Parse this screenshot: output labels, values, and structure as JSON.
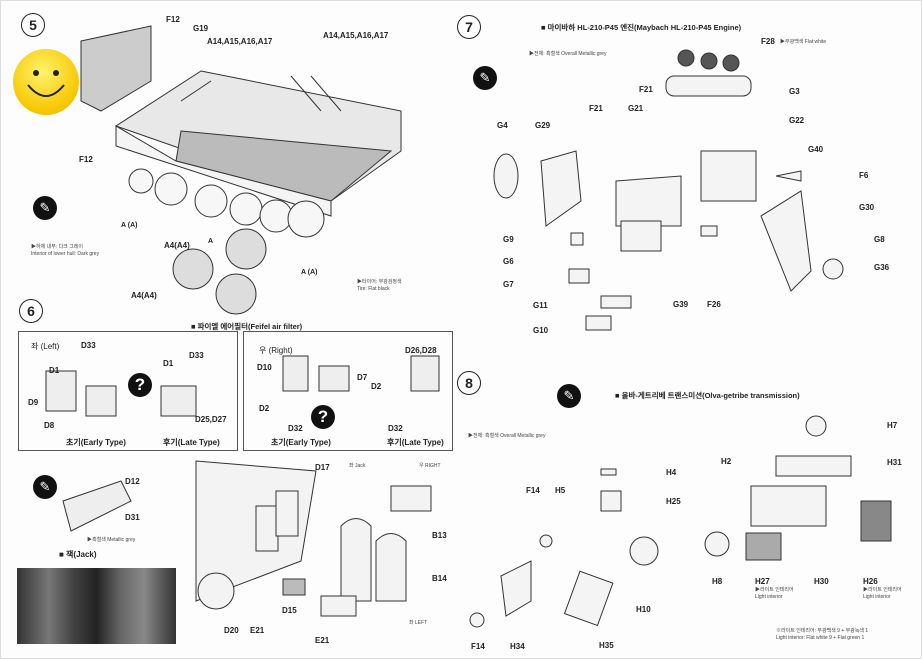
{
  "steps": {
    "s5": "5",
    "s6": "6",
    "s7": "7",
    "s8": "8"
  },
  "icons": {
    "paint": "paint-brush-icon",
    "question": "question-icon",
    "smiley": "smiley-face"
  },
  "step5": {
    "labels": [
      "F12",
      "G19",
      "A14,A15,A16,A17",
      "A14,A15,A16,A17",
      "F12",
      "A4(A4)",
      "A4(A4)"
    ],
    "badges": [
      "A (A)",
      "A",
      "A (A)"
    ],
    "note_hull_ko": "▶하체 내부: 다크 그레이",
    "note_hull_en": "Interior of lower hull: Dark grey",
    "note_tire_ko": "▶타이어: 무광검정색",
    "note_tire_en": "Tire: Flat black"
  },
  "step6": {
    "title": "■ 파이엘 에어필터(Feifel air filter)",
    "left_box": {
      "side": "좌 (Left)",
      "labels": [
        "D33",
        "D1",
        "D9",
        "D8",
        "D33",
        "D1",
        "D25,D27"
      ],
      "early": "초기(Early Type)",
      "late": "후기(Late Type)"
    },
    "right_box": {
      "side": "우 (Right)",
      "labels": [
        "D10",
        "D7",
        "D2",
        "D2",
        "D32",
        "D26,D28",
        "D32"
      ],
      "early": "초기(Early Type)",
      "late": "후기(Late Type)"
    },
    "jack": {
      "labels": [
        "D12",
        "D31"
      ],
      "paint": "▶흑철색 Metallic grey",
      "title": "■ 잭(Jack)"
    },
    "assembly": {
      "labels": [
        "D17",
        "좌 Jack",
        "우 RIGHT",
        "B13",
        "B14",
        "좌 LEFT",
        "D15",
        "D20",
        "E21",
        "E21"
      ]
    }
  },
  "step7": {
    "title": "■ 마이바하 HL-210-P45 엔진(Maybach HL-210-P45 Engine)",
    "overall": "▶전체: 흑철색 Overall Metallic grey",
    "f28_paint": "▶무광백색 Flat white",
    "labels": [
      "F28",
      "G3",
      "F21",
      "F21",
      "G21",
      "G4",
      "G29",
      "G22",
      "G40",
      "F6",
      "G30",
      "G8",
      "G36",
      "G9",
      "G6",
      "G7",
      "G11",
      "G10",
      "G39",
      "F26"
    ]
  },
  "step8": {
    "title": "■ 올바-게트리베 트랜스미션(Olva-getribe transmission)",
    "overall": "▶전체: 흑철색 Overall Metallic grey",
    "labels": [
      "H7",
      "H31",
      "H2",
      "H4",
      "F14",
      "H5",
      "H25",
      "H8",
      "H27",
      "H30",
      "H26",
      "H10",
      "F14",
      "H34",
      "H35"
    ],
    "h27_paint": "▶라이트 인테리어",
    "h27_paint_en": "Light interior",
    "h26_paint": "▶라이트 인테리어",
    "h26_paint_en": "Light interior",
    "mix_ko": "※라이트 인테리어: 무광백색 9 + 무광녹색 1",
    "mix_en": "Light interior: Flat white 9 + Flat green 1"
  }
}
